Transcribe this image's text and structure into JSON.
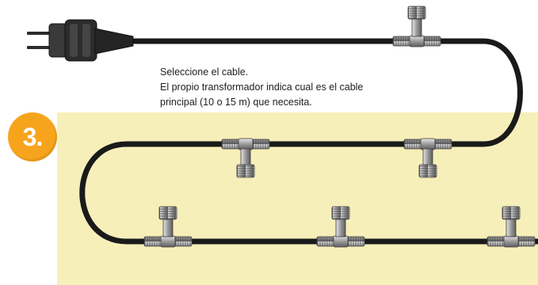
{
  "step": {
    "number": "3."
  },
  "instructions": {
    "line1": "Seleccione el cable.",
    "line2": "El propio transformador indica cual es el cable",
    "line3": "principal (10 o 15 m) que necesita."
  },
  "colors": {
    "panel": "#f7efb9",
    "badge": "#f7a41d",
    "cable": "#1a1a1a",
    "plug": "#2c2c2c",
    "connector": "#9a9a9a"
  },
  "icons": {
    "plug": "power-plug-icon",
    "connector": "t-connector-icon"
  }
}
